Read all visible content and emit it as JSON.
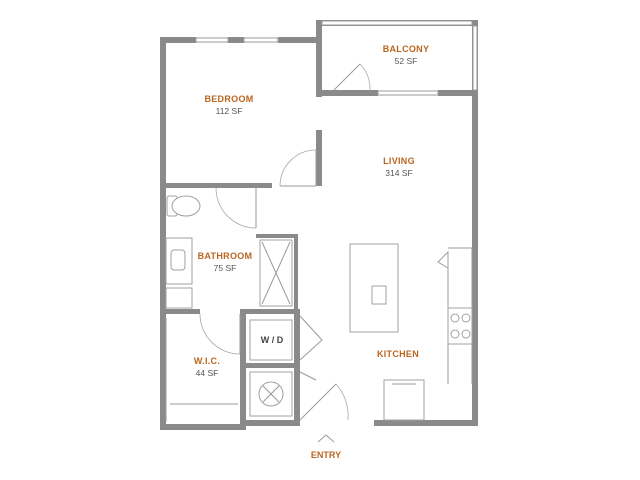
{
  "rooms": {
    "balcony": {
      "name": "BALCONY",
      "area": "52 SF"
    },
    "bedroom": {
      "name": "BEDROOM",
      "area": "112 SF"
    },
    "living": {
      "name": "LIVING",
      "area": "314 SF"
    },
    "bathroom": {
      "name": "BATHROOM",
      "area": "75 SF"
    },
    "wic": {
      "name": "W.I.C.",
      "area": "44 SF"
    },
    "kitchen": {
      "name": "KITCHEN"
    }
  },
  "labels": {
    "washer_dryer": "W / D",
    "entry": "ENTRY"
  },
  "colors": {
    "wall": "#8a8a8a",
    "room_label": "#b8661f",
    "area_text": "#555555"
  }
}
